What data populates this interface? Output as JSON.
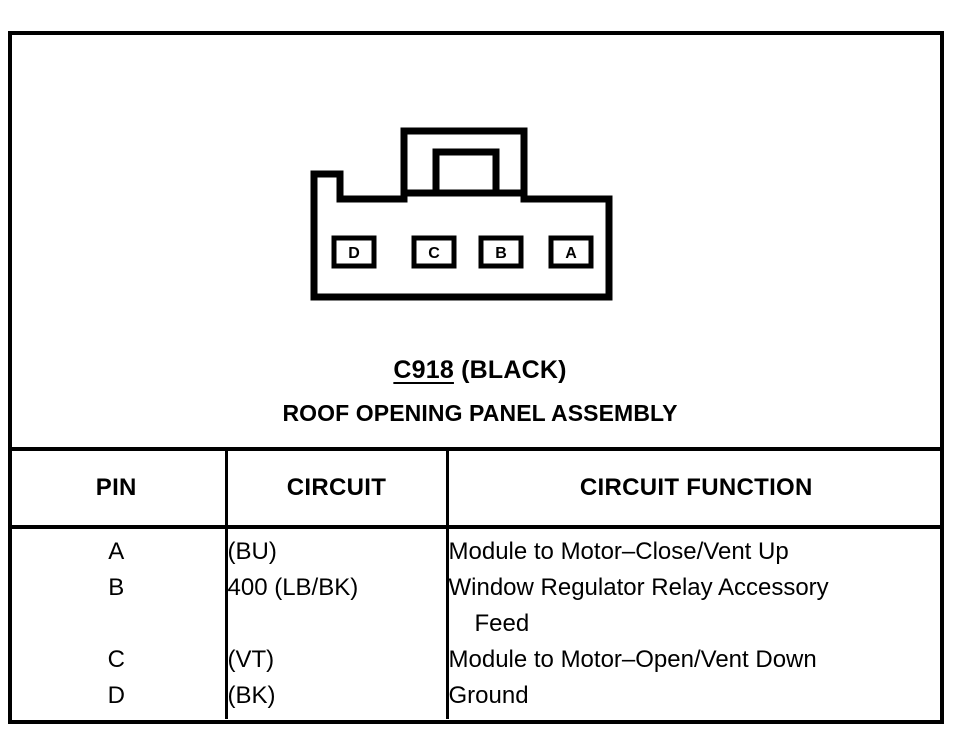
{
  "diagram": {
    "connector": {
      "label_code": "C918",
      "label_color": "(BLACK)",
      "assembly_name": "ROOF OPENING PANEL ASSEMBLY",
      "pin_boxes": [
        {
          "label": "D"
        },
        {
          "label": "C"
        },
        {
          "label": "B"
        },
        {
          "label": "A"
        }
      ]
    },
    "table": {
      "headers": {
        "pin": "PIN",
        "circuit": "CIRCUIT",
        "function": "CIRCUIT FUNCTION"
      },
      "rows": [
        {
          "pin": "A",
          "circuit": "(BU)",
          "function_lines": [
            "Module to Motor–Close/Vent Up"
          ]
        },
        {
          "pin": "B",
          "circuit": "400 (LB/BK)",
          "function_lines": [
            "Window Regulator Relay Accessory",
            "Feed"
          ]
        },
        {
          "pin": "C",
          "circuit": "(VT)",
          "function_lines": [
            "Module to Motor–Open/Vent Down"
          ]
        },
        {
          "pin": "D",
          "circuit": "(BK)",
          "function_lines": [
            "Ground"
          ]
        }
      ],
      "pin_column_lines": [
        "A",
        "B",
        " ",
        "C",
        "D"
      ],
      "circuit_column_lines": [
        "(BU)",
        "400 (LB/BK)",
        " ",
        "(VT)",
        "(BK)"
      ],
      "function_column_lines": [
        "Module to Motor–Close/Vent Up",
        "Window Regulator Relay Accessory",
        "Feed",
        "Module to Motor–Open/Vent Down",
        "Ground"
      ]
    },
    "colors": {
      "ink": "#000000",
      "paper": "#ffffff"
    }
  }
}
